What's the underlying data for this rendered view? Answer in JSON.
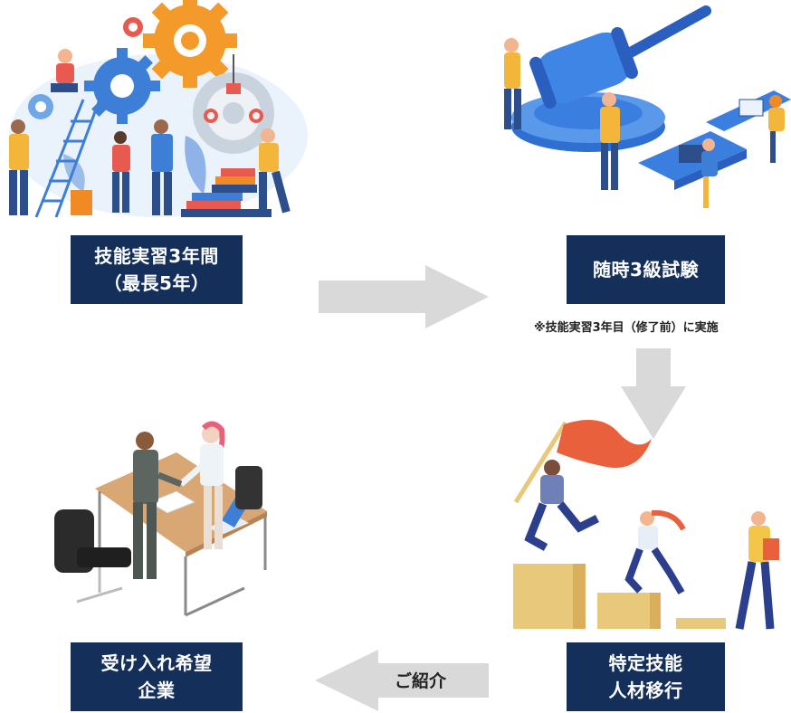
{
  "steps": {
    "training": {
      "line1": "技能実習3年間",
      "line2": "（最長5年）"
    },
    "exam": {
      "line1": "随時3級試験",
      "note": "※技能実習3年目（修了前）に実施"
    },
    "transition": {
      "line1": "特定技能",
      "line2": "人材移行"
    },
    "company": {
      "line1": "受け入れ希望",
      "line2": "企業"
    }
  },
  "arrows": {
    "introduce_label": "ご紹介"
  },
  "colors": {
    "label_bg": "#142f5a",
    "arrow_fill": "#d9d9d9",
    "accent_orange": "#f08a24",
    "accent_blue": "#2f7de1",
    "flag_red": "#e8603c",
    "box_tan": "#e8c87a"
  }
}
